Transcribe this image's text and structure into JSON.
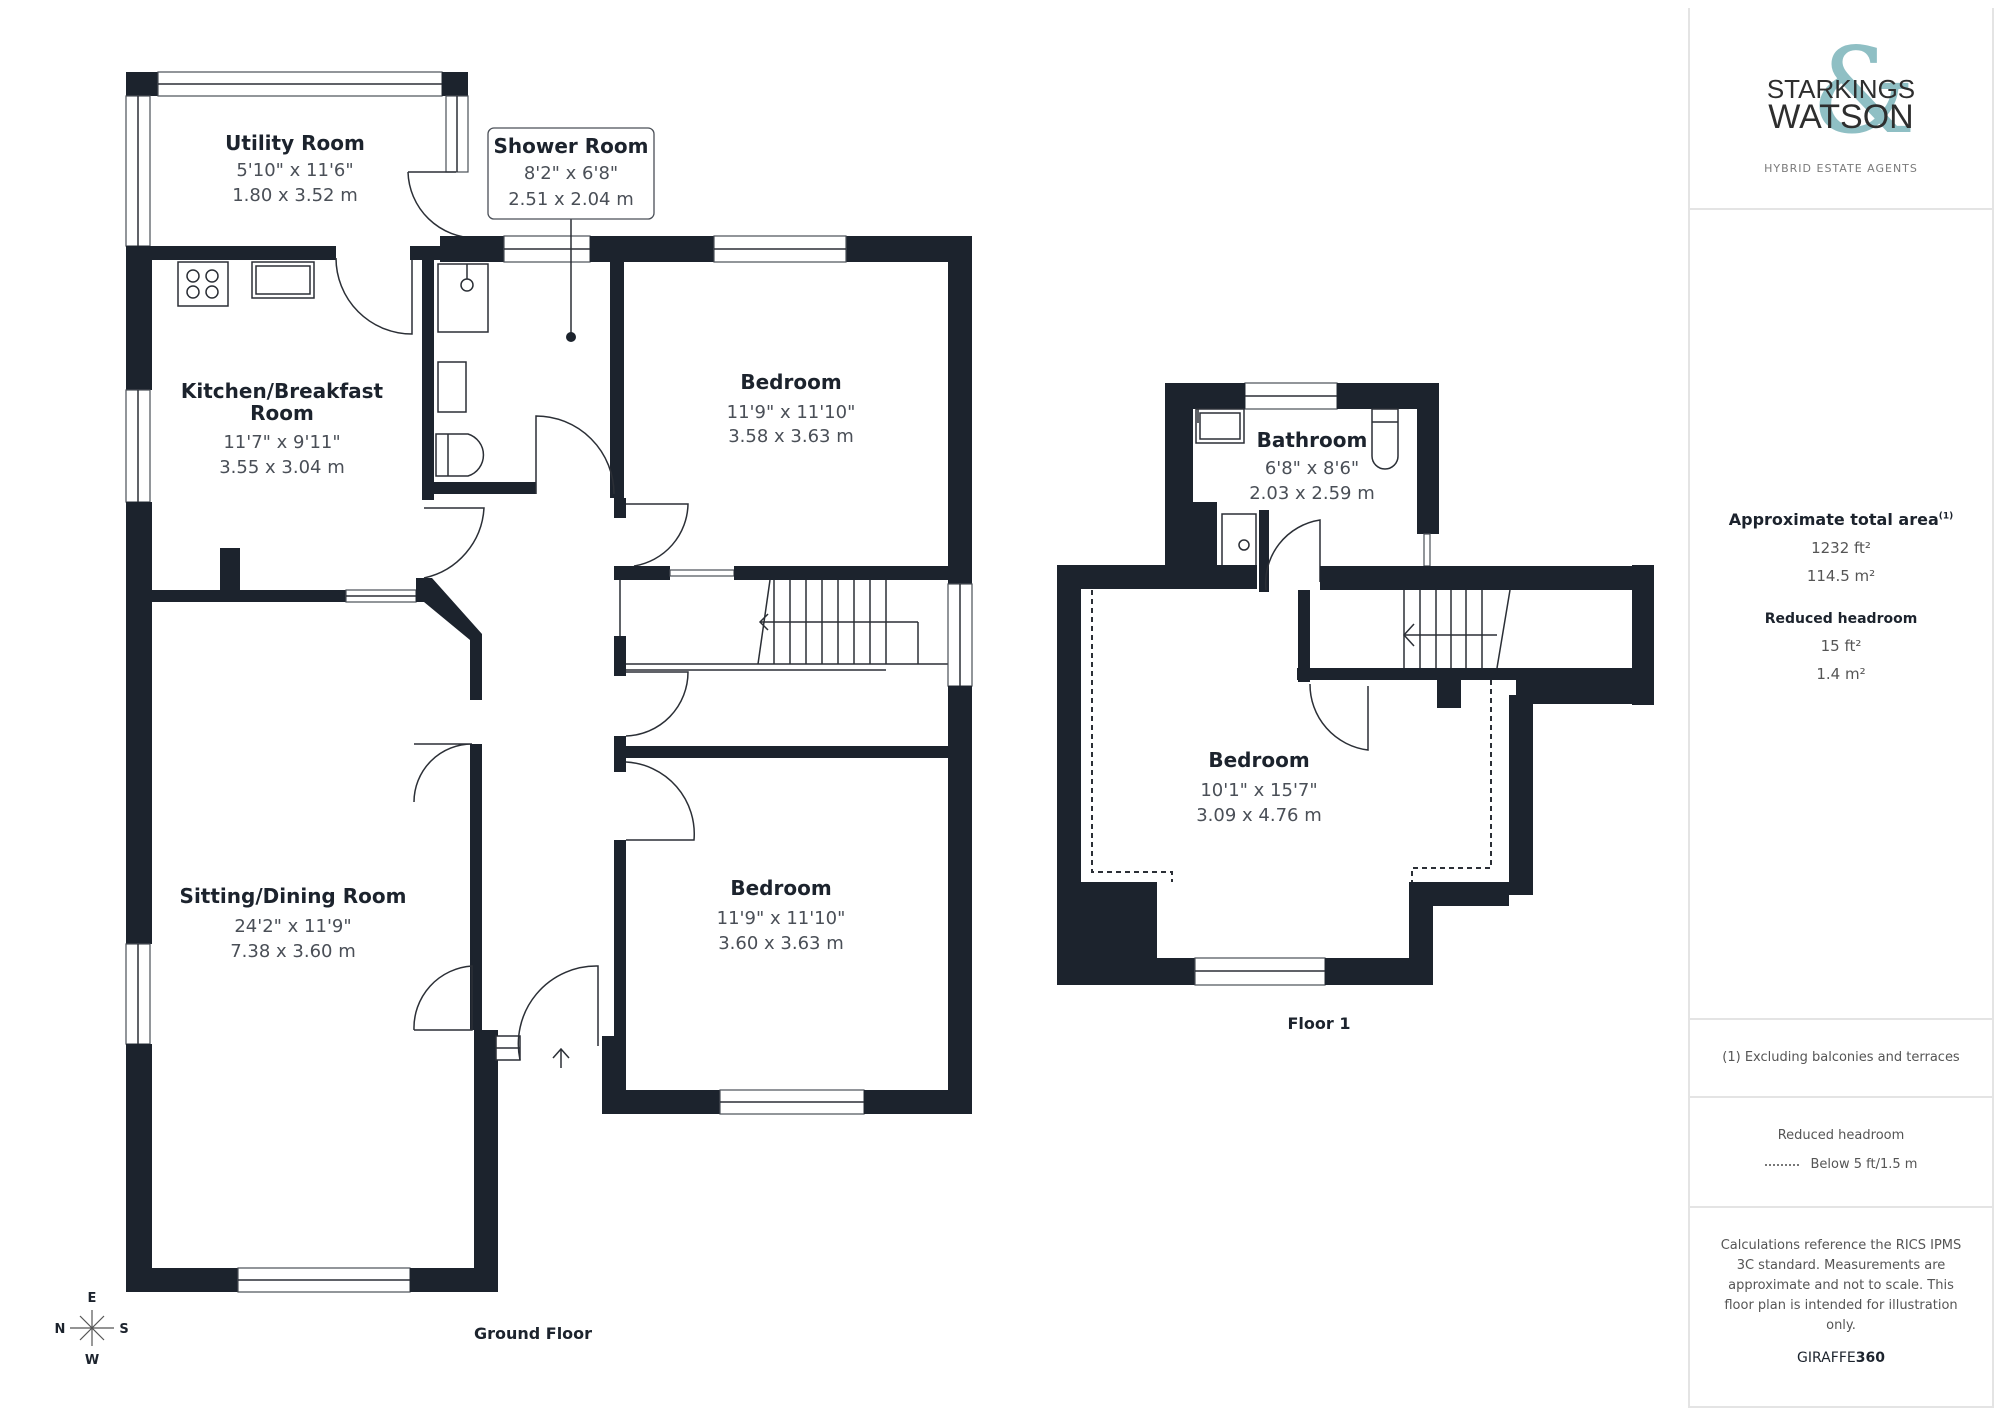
{
  "ground_floor": {
    "label": "Ground Floor",
    "rooms": {
      "utility": {
        "name": "Utility Room",
        "dim_imperial": "5'10\" x 11'6\"",
        "dim_metric": "1.80 x 3.52 m"
      },
      "shower": {
        "name": "Shower Room",
        "dim_imperial": "8'2\" x 6'8\"",
        "dim_metric": "2.51 x 2.04 m"
      },
      "kitchen": {
        "name_line1": "Kitchen/Breakfast",
        "name_line2": "Room",
        "dim_imperial": "11'7\" x 9'11\"",
        "dim_metric": "3.55 x 3.04 m"
      },
      "bedroom1": {
        "name": "Bedroom",
        "dim_imperial": "11'9\" x 11'10\"",
        "dim_metric": "3.58 x 3.63 m"
      },
      "sitting": {
        "name": "Sitting/Dining Room",
        "dim_imperial": "24'2\" x 11'9\"",
        "dim_metric": "7.38 x 3.60 m"
      },
      "bedroom2": {
        "name": "Bedroom",
        "dim_imperial": "11'9\" x 11'10\"",
        "dim_metric": "3.60 x 3.63 m"
      }
    }
  },
  "floor_1": {
    "label": "Floor 1",
    "rooms": {
      "bathroom": {
        "name": "Bathroom",
        "dim_imperial": "6'8\" x 8'6\"",
        "dim_metric": "2.03 x 2.59 m"
      },
      "bedroom": {
        "name": "Bedroom",
        "dim_imperial": "10'1\" x 15'7\"",
        "dim_metric": "3.09 x 4.76 m"
      }
    }
  },
  "compass": {
    "top": "E",
    "left": "N",
    "right": "S",
    "bottom": "W"
  },
  "panel": {
    "logo": {
      "line1": "STARKINGS",
      "line2": "WATSON",
      "ampersand": "&",
      "tagline": "HYBRID ESTATE AGENTS"
    },
    "area": {
      "title": "Approximate total area",
      "footnote_mark": "(1)",
      "imperial": "1232 ft²",
      "metric": "114.5 m²",
      "reduced_title": "Reduced headroom",
      "reduced_imperial": "15 ft²",
      "reduced_metric": "1.4 m²"
    },
    "footnote": "(1) Excluding balconies and terraces",
    "legend": {
      "title": "Reduced headroom",
      "item": "Below 5 ft/1.5 m"
    },
    "disclaimer": "Calculations reference the RICS IPMS 3C standard. Measurements are approximate and not to scale. This floor plan is intended for illustration only.",
    "brand": {
      "prefix": "GIRAFFE",
      "suffix": "360"
    }
  },
  "colors": {
    "wall": "#1c232d",
    "logo_accent": "#8fbfc4",
    "text_dim": "#4a4f57"
  }
}
